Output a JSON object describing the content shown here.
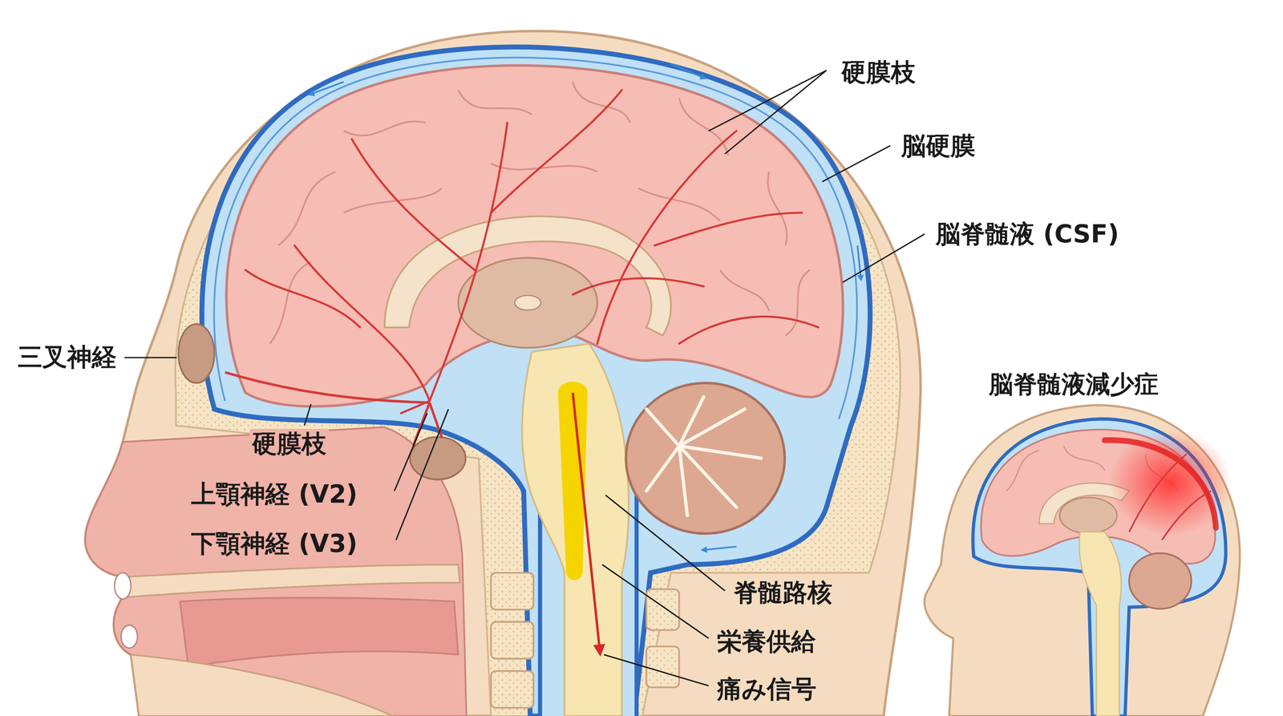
{
  "diagram": {
    "labels": [
      "硬膜枝",
      "脳硬膜",
      "脳脊髄液 (CSF)",
      "三叉神経",
      "硬膜枝",
      "上顎神経 (V2)",
      "下顎神経 (V3)",
      "脊髄路核",
      "栄養供給",
      "痛み信号",
      "脳脊髄液減少症"
    ]
  }
}
